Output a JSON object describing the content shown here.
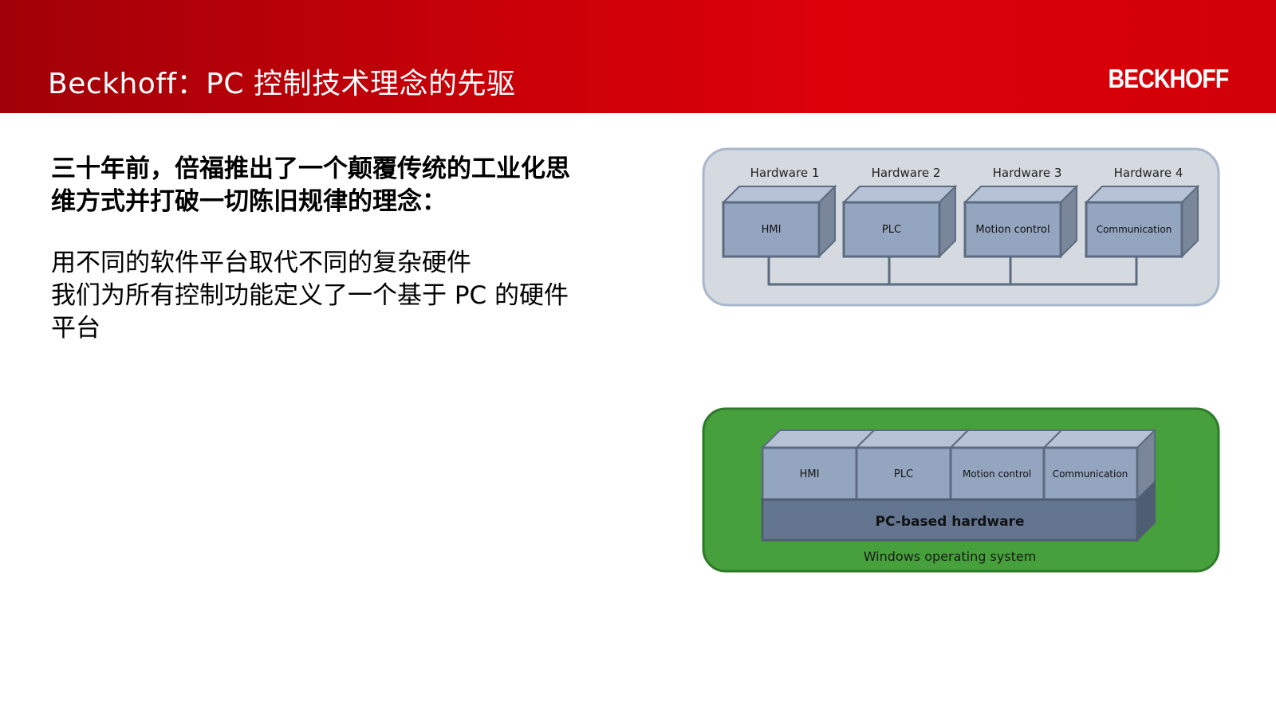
{
  "slide": {
    "title": "Beckhoff：PC 控制技术理念的先驱",
    "logo": "BECKHOFF",
    "lead_lines": [
      "三十年前，倍福推出了一个颠覆传统的工业化思",
      "维方式并打破一切陈旧规律的理念："
    ],
    "points": [
      "用不同的软件平台取代不同的复杂硬件",
      "我们为所有控制功能定义了一个基于 PC 的硬件",
      "平台"
    ]
  },
  "diagram_top": {
    "hardware_labels": [
      "Hardware 1",
      "Hardware 2",
      "Hardware 3",
      "Hardware 4"
    ],
    "modules": [
      "HMI",
      "PLC",
      "Motion control",
      "Communication"
    ]
  },
  "diagram_bottom": {
    "modules": [
      "HMI",
      "PLC",
      "Motion control",
      "Communication"
    ],
    "base_label": "PC-based hardware",
    "os_label": "Windows operating system"
  },
  "colors": {
    "header_red": "#d00008",
    "panel_grey": "#d5dae0",
    "panel_green": "#46a03b",
    "box_face": "#94a5bf",
    "box_top": "#b6c3d6",
    "box_side": "#7a879b",
    "box_edge": "#5c6b80",
    "base_face": "#647590"
  }
}
